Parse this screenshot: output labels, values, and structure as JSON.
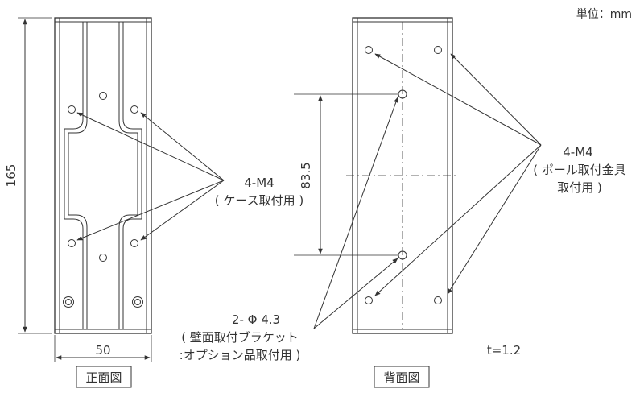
{
  "unit_label": "単位：mm",
  "dimensions": {
    "height": "165",
    "width": "50",
    "hole_spacing": "83.5",
    "thickness": "t=1.2"
  },
  "front_view": {
    "title": "正面図",
    "callout_size": "4-M4",
    "callout_purpose": "( ケース取付用 )"
  },
  "back_view": {
    "title": "背面図",
    "callout_size": "4-M4",
    "callout_purpose_line1": "( ポール取付金具",
    "callout_purpose_line2": "取付用 )"
  },
  "wall_hole": {
    "spec": "2- Φ 4.3",
    "purpose_line1": "( 壁面取付ブラケット",
    "purpose_line2": ":オプション品取付用 )"
  }
}
